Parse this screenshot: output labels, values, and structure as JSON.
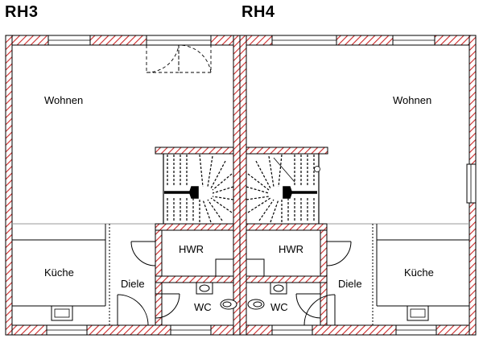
{
  "plan": {
    "units": [
      {
        "title": "RH3",
        "rooms": {
          "living": "Wohnen",
          "kitchen": "Küche",
          "hall": "Diele",
          "utility": "HWR",
          "toilet": "WC"
        }
      },
      {
        "title": "RH4",
        "rooms": {
          "living": "Wohnen",
          "kitchen": "Küche",
          "hall": "Diele",
          "utility": "HWR",
          "toilet": "WC"
        }
      }
    ],
    "colors": {
      "wall_hatch": "#cc2a2a",
      "line": "#000000",
      "background": "#ffffff"
    }
  }
}
